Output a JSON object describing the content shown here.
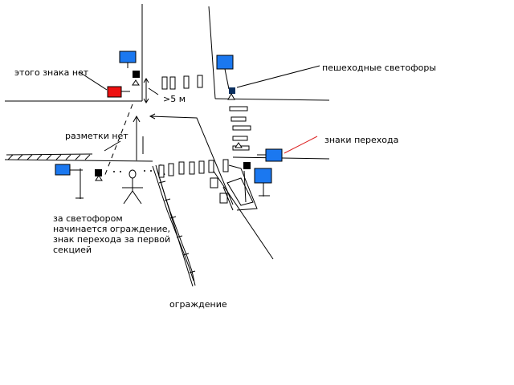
{
  "labels": {
    "no_sign": "этого знака нет",
    "ped_lights": "пешеходные светофоры",
    "dist": ">5 м",
    "no_marking": "разметки нет",
    "crossing_signs": "знаки перехода",
    "fence_note": "за светофором\nначинается ограждение,\nзнак перехода за первой\nсекцией",
    "fence": "ограждение"
  },
  "colors": {
    "sign_blue": "#1b78f0",
    "missing_sign_red": "#ee1111",
    "pointer_red": "#dd2222",
    "line": "#000000"
  }
}
